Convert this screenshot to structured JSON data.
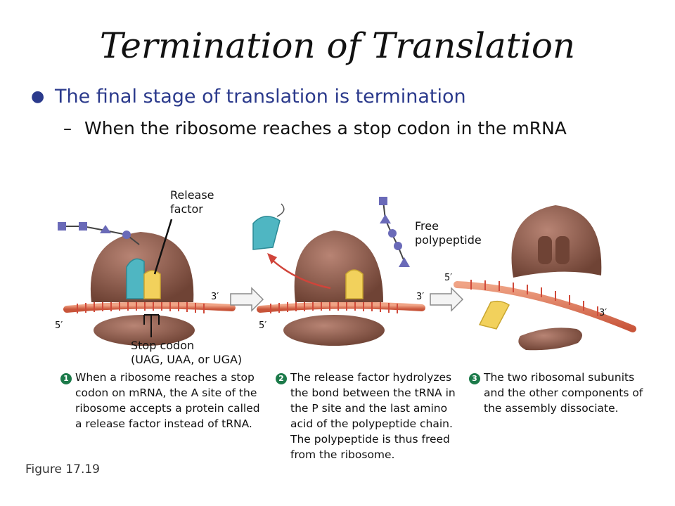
{
  "title": "Termination of Translation",
  "bullet": {
    "text": "The final stage of translation is termination",
    "sub": "When the ribosome reaches a stop codon in the mRNA"
  },
  "figure": {
    "release_factor_label": "Release\nfactor",
    "free_polypeptide_label": "Free\npolypeptide",
    "stop_codon_label": "Stop codon\n(UAG, UAA, or UGA)",
    "end_5": "5′",
    "end_3": "3′",
    "steps": [
      {
        "number": "1",
        "text": "When a ribosome reaches a stop\ncodon on mRNA, the A site of the\nribosome accepts a protein called\na release factor instead of tRNA."
      },
      {
        "number": "2",
        "text": "The release factor hydrolyzes\nthe bond between the tRNA in\nthe P site and the last amino\nacid of the polypeptide chain.\nThe polypeptide is thus freed\nfrom the ribosome."
      },
      {
        "number": "3",
        "text": "The two ribosomal subunits\nand the other components of\nthe assembly dissociate."
      }
    ]
  },
  "caption": "Figure 17.19",
  "colors": {
    "ribosome": "#8a5a4a",
    "trna": "#4fb6c2",
    "release_factor": "#f2d15c",
    "mrna": "#e07a5a",
    "polypeptide": "#6a6ab8",
    "bullet_text": "#2b3a8c"
  }
}
